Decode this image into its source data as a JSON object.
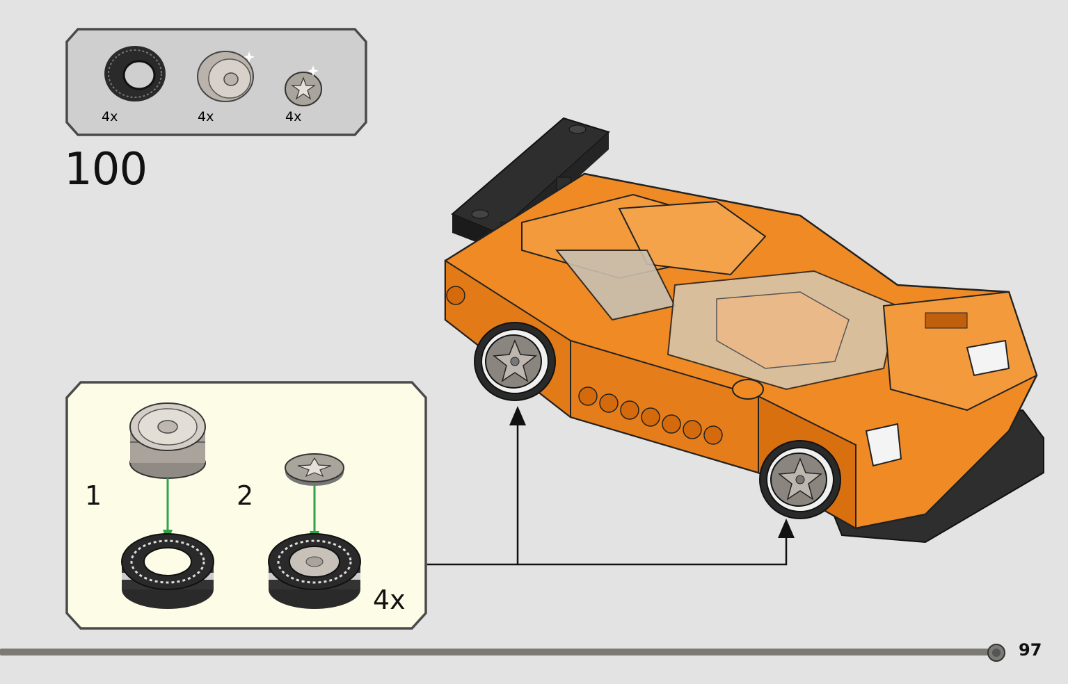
{
  "step": {
    "number": "100"
  },
  "parts": [
    {
      "name": "tire",
      "quantity": "4x",
      "icon": "tire-icon"
    },
    {
      "name": "rim",
      "quantity": "4x",
      "icon": "wheel-rim-icon"
    },
    {
      "name": "hubcap",
      "quantity": "4x",
      "icon": "star-hubcap-icon"
    }
  ],
  "sub_assembly": {
    "steps": [
      {
        "label": "1"
      },
      {
        "label": "2"
      }
    ],
    "multiplier": "4x"
  },
  "page": {
    "number": "97"
  },
  "colors": {
    "background": "#e3e3e3",
    "parts_box": "#cfcfcf",
    "sub_box": "#fdfce6",
    "car_orange": "#f08a24",
    "arrow_green": "#2fa24a"
  }
}
